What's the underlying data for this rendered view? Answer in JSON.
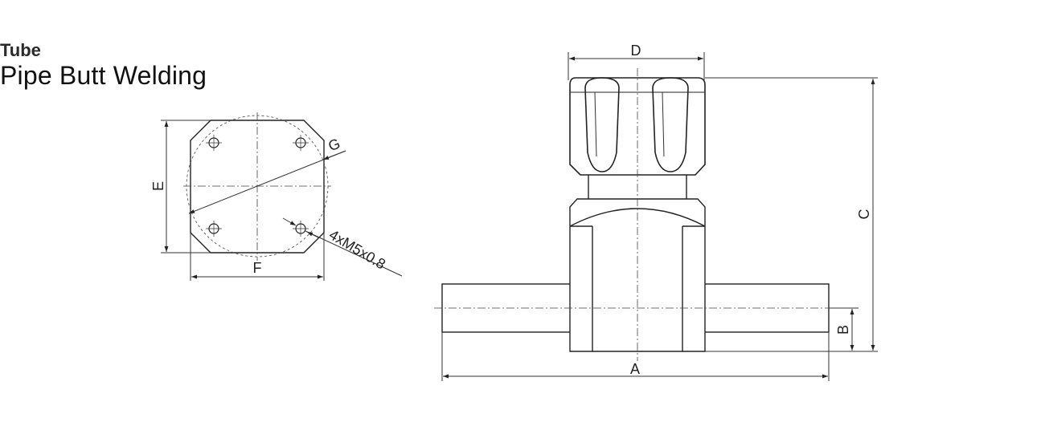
{
  "header": {
    "subtitle": "Tube",
    "title": "Pipe Butt Welding"
  },
  "dimensions": {
    "a": "A",
    "b": "B",
    "c": "C",
    "d": "D",
    "e": "E",
    "f": "F",
    "g": "G",
    "bolt_spec": "4xM5x0.8"
  }
}
